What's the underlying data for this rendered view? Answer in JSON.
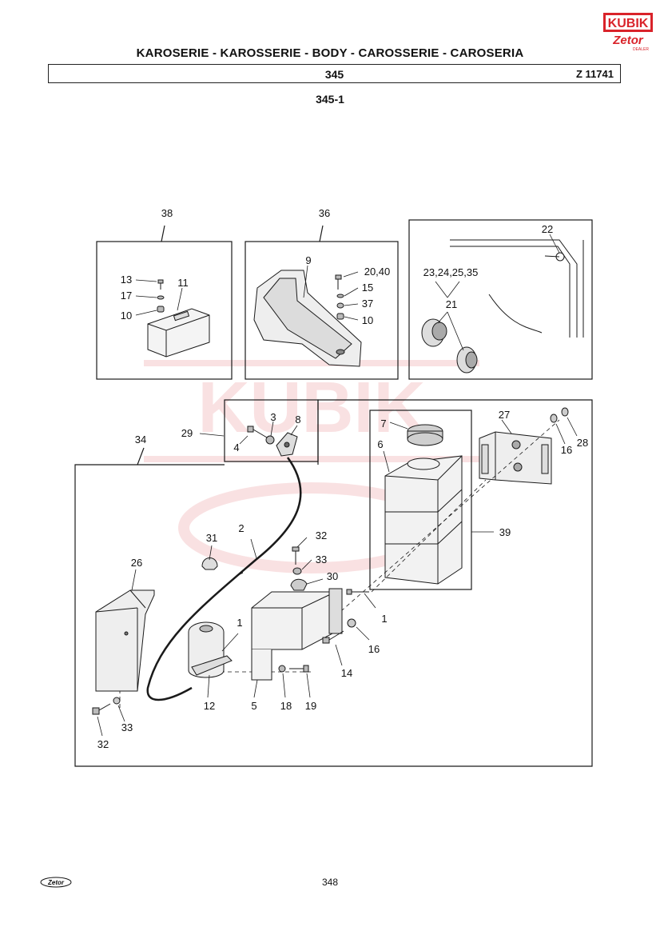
{
  "header": {
    "title": "KAROSERIE - KAROSSERIE - BODY - CAROSSERIE - CAROSERIA",
    "group_number": "345",
    "code": "Z 11741",
    "section": "345-1"
  },
  "logo": {
    "brand": "KUBIK",
    "sub": "Zetor",
    "tag": "DEALER"
  },
  "footer": {
    "page_number": "348",
    "brand": "Zetor"
  },
  "watermark": {
    "text": "KUBIK",
    "color": "#e23b3b"
  },
  "callouts": {
    "c38": "38",
    "c36": "36",
    "c22": "22",
    "c13": "13",
    "c11": "11",
    "c17": "17",
    "c10a": "10",
    "c9": "9",
    "c2040": "20,40",
    "c15": "15",
    "c37": "37",
    "c10b": "10",
    "c232425": "23,24,25,35",
    "c21": "21",
    "c29": "29",
    "c3": "3",
    "c8": "8",
    "c4": "4",
    "c34": "34",
    "c7": "7",
    "c6": "6",
    "c27": "27",
    "c28": "28",
    "c16a": "16",
    "c39": "39",
    "c2": "2",
    "c31": "31",
    "c32a": "32",
    "c33a": "33",
    "c30": "30",
    "c26": "26",
    "c1a": "1",
    "c1b": "1",
    "c16b": "16",
    "c14": "14",
    "c12": "12",
    "c5": "5",
    "c18": "18",
    "c19": "19",
    "c33b": "33",
    "c32b": "32"
  },
  "colors": {
    "brand_red": "#d9232a",
    "line": "#1a1a1a"
  }
}
